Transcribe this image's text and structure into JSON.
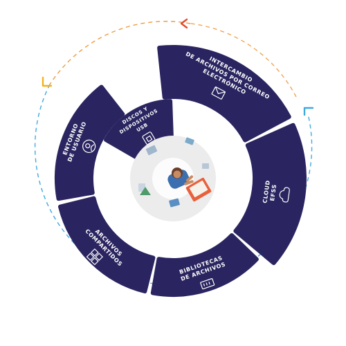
{
  "colors": {
    "segment": "#2a2560",
    "dashed_blue": "#3fa9e0",
    "dashed_orange": "#f09a3e",
    "arrow_red": "#e24a2e",
    "arrow_yellow": "#f3b21a",
    "arrow_blue": "#3fa9e0",
    "center_bg": "#ececec"
  },
  "segments": [
    {
      "id": "intercambio",
      "icon": "envelope-icon",
      "lines": [
        "INTERCAMBIO",
        "DE ARCHIVOS POR CORREO",
        "ELECTRÓNICO"
      ]
    },
    {
      "id": "cloud",
      "icon": "cloud-icon",
      "lines": [
        "CLOUD",
        "EFSS"
      ]
    },
    {
      "id": "bibliotecas",
      "icon": "library-icon",
      "lines": [
        "BIBLIOTECAS",
        "DE ARCHIVOS"
      ]
    },
    {
      "id": "compartidos",
      "icon": "shared-files-icon",
      "lines": [
        "ARCHIVOS",
        "COMPARTIDOS"
      ]
    },
    {
      "id": "entorno",
      "icon": "user-icon",
      "lines": [
        "ENTORNO",
        "DE USUARIO"
      ]
    },
    {
      "id": "discos",
      "icon": "usb-drive-icon",
      "lines": [
        "DISCOS Y",
        "DISPOSITIVOS",
        "USB"
      ]
    }
  ],
  "center": {
    "icon": "person-at-desk-icon"
  }
}
